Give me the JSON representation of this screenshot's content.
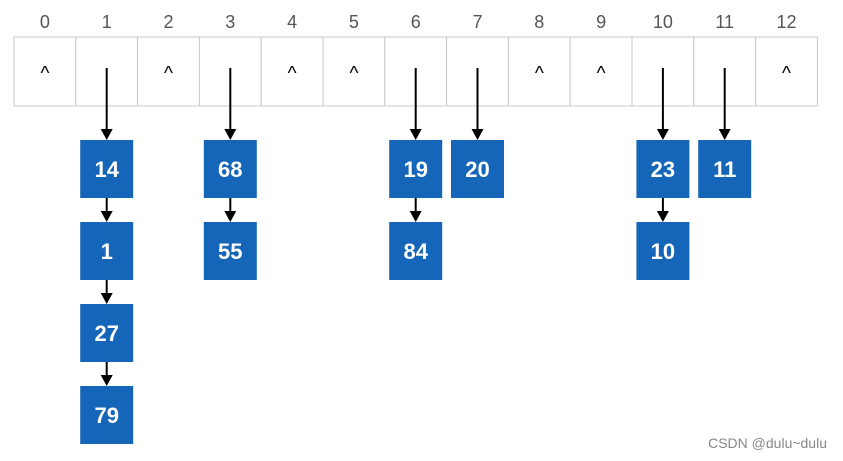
{
  "table": {
    "indices": [
      "0",
      "1",
      "2",
      "3",
      "4",
      "5",
      "6",
      "7",
      "8",
      "9",
      "10",
      "11",
      "12"
    ],
    "null_symbol": "^",
    "buckets": [
      [],
      [
        "14",
        "1",
        "27",
        "79"
      ],
      [],
      [
        "68",
        "55"
      ],
      [],
      [],
      [
        "19",
        "84"
      ],
      [
        "20"
      ],
      [],
      [],
      [
        "23",
        "10"
      ],
      [
        "11"
      ],
      []
    ]
  },
  "colors": {
    "node_fill": "#1565b8",
    "node_text": "#ffffff",
    "cell_border": "#c8c8c8",
    "arrow": "#000000"
  },
  "watermark": "CSDN @dulu~dulu"
}
